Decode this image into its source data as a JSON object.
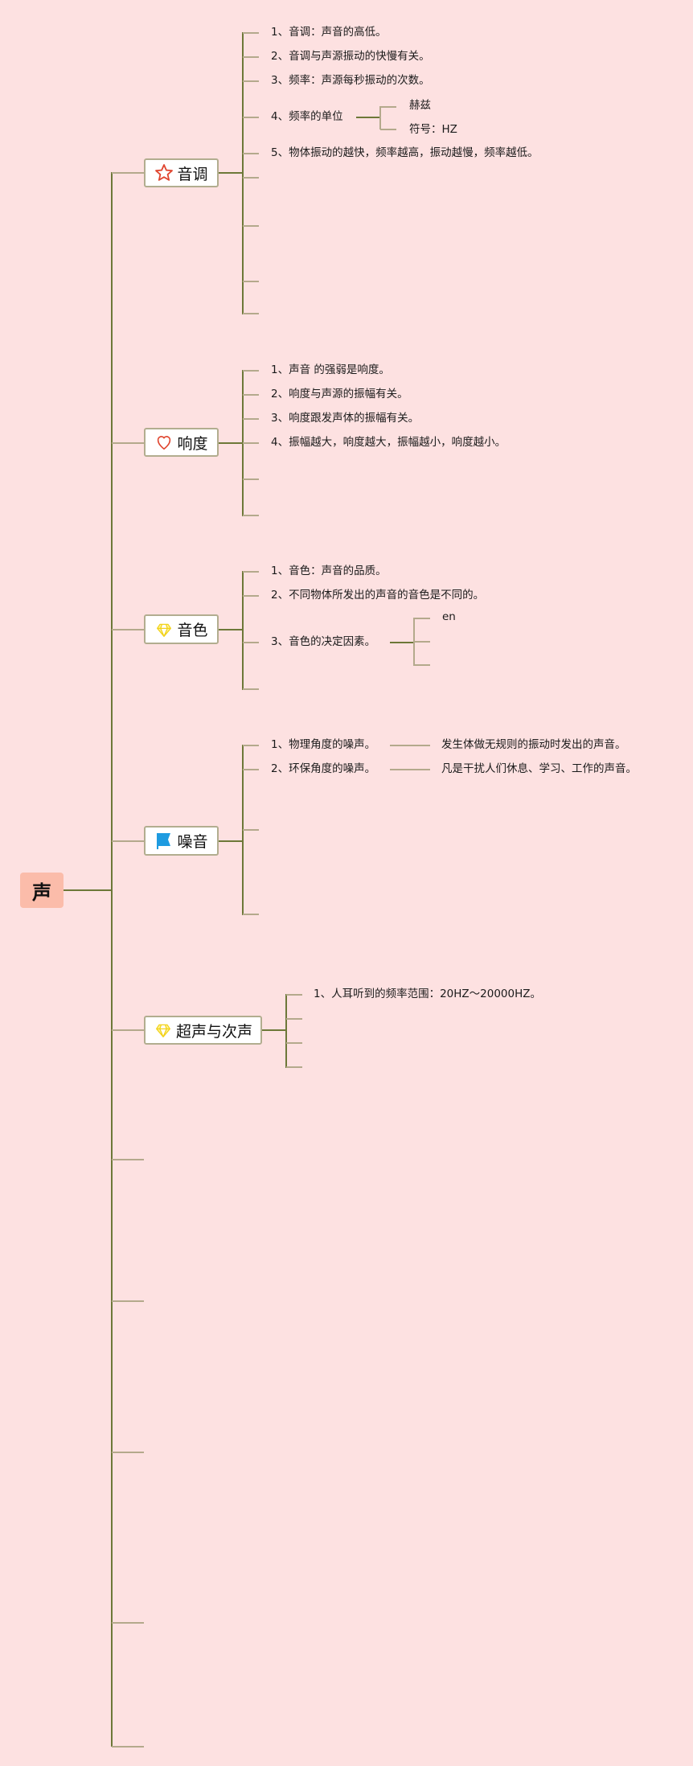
{
  "root": {
    "label": "声"
  },
  "branches": [
    {
      "label": "音调",
      "icon": "star-icon",
      "items": [
        "1、音调：声音的高低。",
        "2、音调与声源振动的快慢有关。",
        "3、频率：声源每秒振动的次数。",
        "4、频率的单位",
        "5、物体振动的越快，频率越高，振动越慢，频率越低。"
      ],
      "unit_children": [
        "赫兹",
        "符号：HZ"
      ]
    },
    {
      "label": "响度",
      "icon": "heart-icon",
      "items": [
        "1、声音 的强弱是响度。",
        "2、响度与声源的振幅有关。",
        "3、响度跟发声体的振幅有关。",
        "4、振幅越大，响度越大，振幅越小，响度越小。"
      ]
    },
    {
      "label": "音色",
      "icon": "diamond-icon",
      "items": [
        "1、音色：声音的品质。",
        "2、不同物体所发出的声音的音色是不同的。",
        "3、音色的决定因素。"
      ],
      "factor_children": [
        "en"
      ]
    },
    {
      "label": "噪音",
      "icon": "flag-icon",
      "items": [
        "1、物理角度的噪声。",
        "2、环保角度的噪声。"
      ],
      "details": [
        "发生体做无规则的振动时发出的声音。",
        "凡是干扰人们休息、学习、工作的声音。"
      ]
    },
    {
      "label": "超声与次声",
      "icon": "diamond-icon",
      "items": [
        "1、人耳听到的频率范围：20HZ～20000HZ。"
      ]
    }
  ],
  "colors": {
    "background": "#fde1e1",
    "root": "#fbbcaa",
    "main_line": "#6d7838",
    "sub_line": "#b4a98c"
  }
}
